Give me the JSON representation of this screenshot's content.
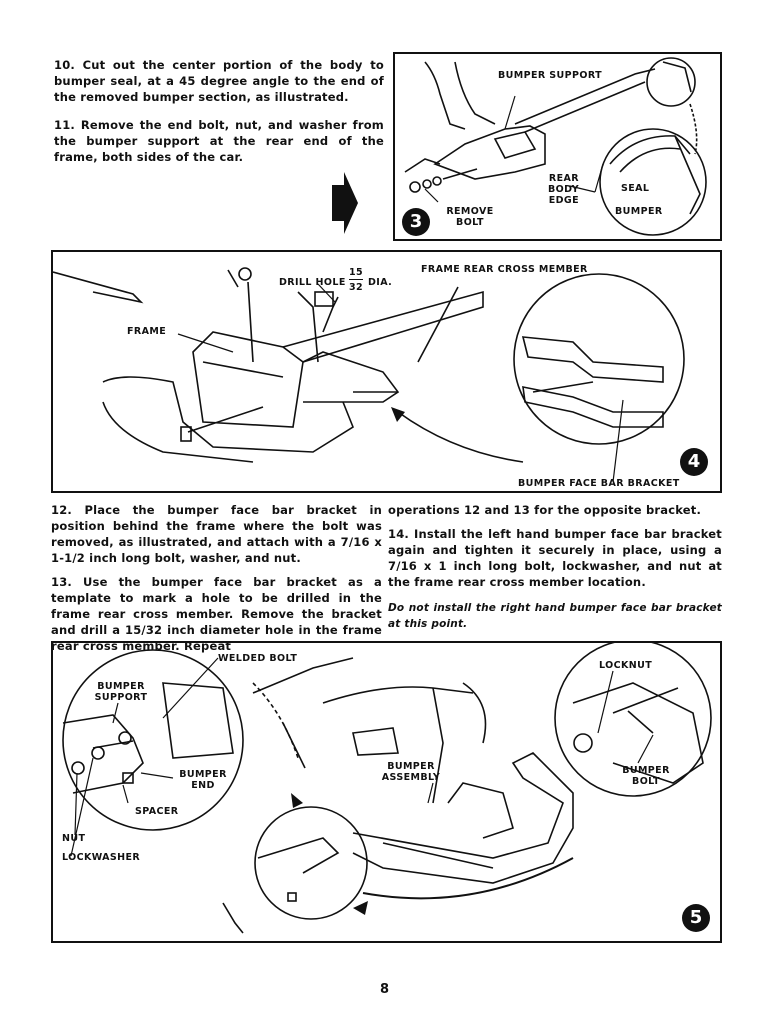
{
  "steps": {
    "step10": "10. Cut out the center portion of the body to bumper seal, at a 45 degree angle to the end of the removed bumper section, as illustrated.",
    "step11": "11. Remove the end bolt, nut, and washer from the bumper support at the rear end of the frame, both sides of the car.",
    "step12": "12. Place the bumper face bar bracket in position behind the frame where the bolt was removed, as illustrated, and attach with a 7/16 x 1-1/2 inch long bolt, washer, and nut.",
    "step13": "13. Use the bumper face bar bracket as a template to mark a hole to be drilled in the frame rear cross member. Remove the bracket and drill a 15/32 inch diameter hole in the frame rear cross member. Repeat",
    "step13_cont": "operations 12 and 13 for the opposite bracket.",
    "step14": "14. Install the left hand bumper face bar bracket again and tighten it securely in place, using a 7/16 x 1 inch long bolt, lockwasher, and nut at the frame rear cross member location.",
    "note": "Do not install the right hand bumper face bar bracket at this point."
  },
  "figure3": {
    "number": "3",
    "labels": {
      "bumper_support": "BUMPER SUPPORT",
      "rear_body_edge": "REAR BODY EDGE",
      "seal": "SEAL",
      "bumper": "BUMPER",
      "remove_bolt": "REMOVE BOLT"
    }
  },
  "figure4": {
    "number": "4",
    "labels": {
      "drill_hole": "DRILL HOLE",
      "frac_num": "15",
      "frac_den": "32",
      "dia": "DIA.",
      "frame_rear_cross_member": "FRAME REAR CROSS MEMBER",
      "frame": "FRAME",
      "bumper_face_bar_bracket": "BUMPER FACE BAR BRACKET"
    }
  },
  "figure5": {
    "number": "5",
    "labels": {
      "welded_bolt": "WELDED BOLT",
      "bumper_support": "BUMPER SUPPORT",
      "bumper_end": "BUMPER END",
      "spacer": "SPACER",
      "nut": "NUT",
      "lockwasher": "LOCKWASHER",
      "bumper_assembly": "BUMPER ASSEMBLY",
      "locknut": "LOCKNUT",
      "bumper_bolt": "BUMPER BOLT"
    }
  },
  "page_number": "8"
}
